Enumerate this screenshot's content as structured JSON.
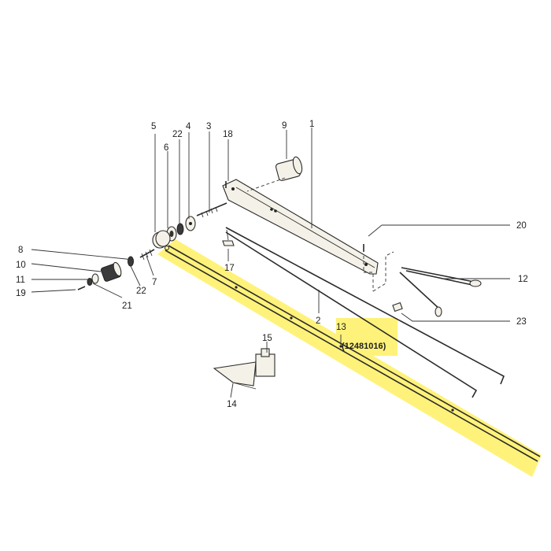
{
  "highlight_color": "#fff27a",
  "parts": {
    "p1": "1",
    "p2": "2",
    "p3": "3",
    "p4": "4",
    "p5": "5",
    "p6": "6",
    "p7": "7",
    "p8": "8",
    "p9": "9",
    "p10": "10",
    "p11": "11",
    "p12": "12",
    "p13": "13",
    "p14": "14",
    "p15": "15",
    "p17": "17",
    "p18": "18",
    "p19": "19",
    "p20": "20",
    "p21": "21",
    "p22a": "22",
    "p22b": "22",
    "p23": "23"
  },
  "highlight_part_number": "(12481016)"
}
